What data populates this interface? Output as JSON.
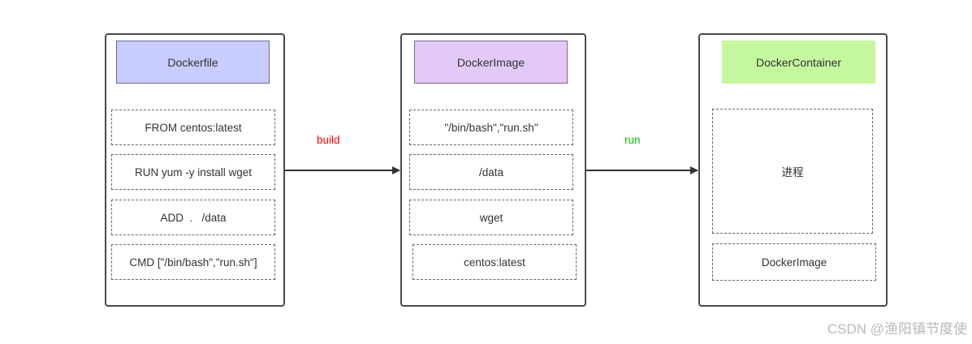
{
  "colors": {
    "dockerfile_header_bg": "#c8ccff",
    "image_header_bg": "#e3c9f7",
    "container_header_bg": "#c5f79e",
    "build_label": "#ff0000",
    "run_label": "#00cc00",
    "border": "#4a4a4a"
  },
  "dockerfile": {
    "title": "Dockerfile",
    "instructions": [
      "FROM centos:latest",
      "RUN yum -y install wget",
      "ADD  .   /data",
      "CMD [\"/bin/bash\",\"run.sh\"]"
    ]
  },
  "docker_image": {
    "title": "DockerImage",
    "layers": [
      "\"/bin/bash\",\"run.sh\"",
      "/data",
      "wget",
      "centos:latest"
    ]
  },
  "docker_container": {
    "title": "DockerContainer",
    "process_label": "进程",
    "base_label": "DockerImage"
  },
  "arrows": {
    "build_label": "build",
    "run_label": "run"
  },
  "watermark": "CSDN @渔阳镇节度使"
}
